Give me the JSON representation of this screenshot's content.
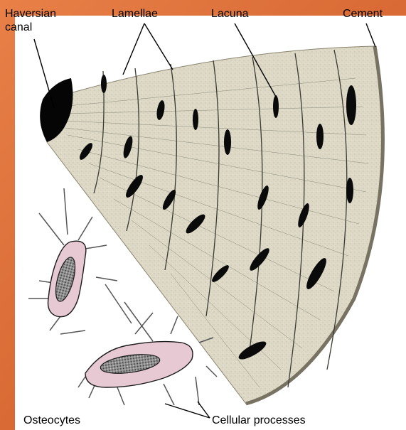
{
  "labels": {
    "haversian_canal_line1": "Haversian",
    "haversian_canal_line2": "canal",
    "lamellae": "Lamellae",
    "lacuna": "Lacuna",
    "cement": "Cement",
    "osteocytes": "Osteocytes",
    "cellular_processes": "Cellular processes"
  },
  "colors": {
    "frame_orange": "#e07a40",
    "panel_white": "#ffffff",
    "bone_matrix": "#ddd9c6",
    "lacuna_fill": "#0a0a0a",
    "osteocyte_body": "#e6c9d2",
    "osteocyte_nucleus": "#8f8f8f",
    "outline": "#1a1a1a"
  }
}
